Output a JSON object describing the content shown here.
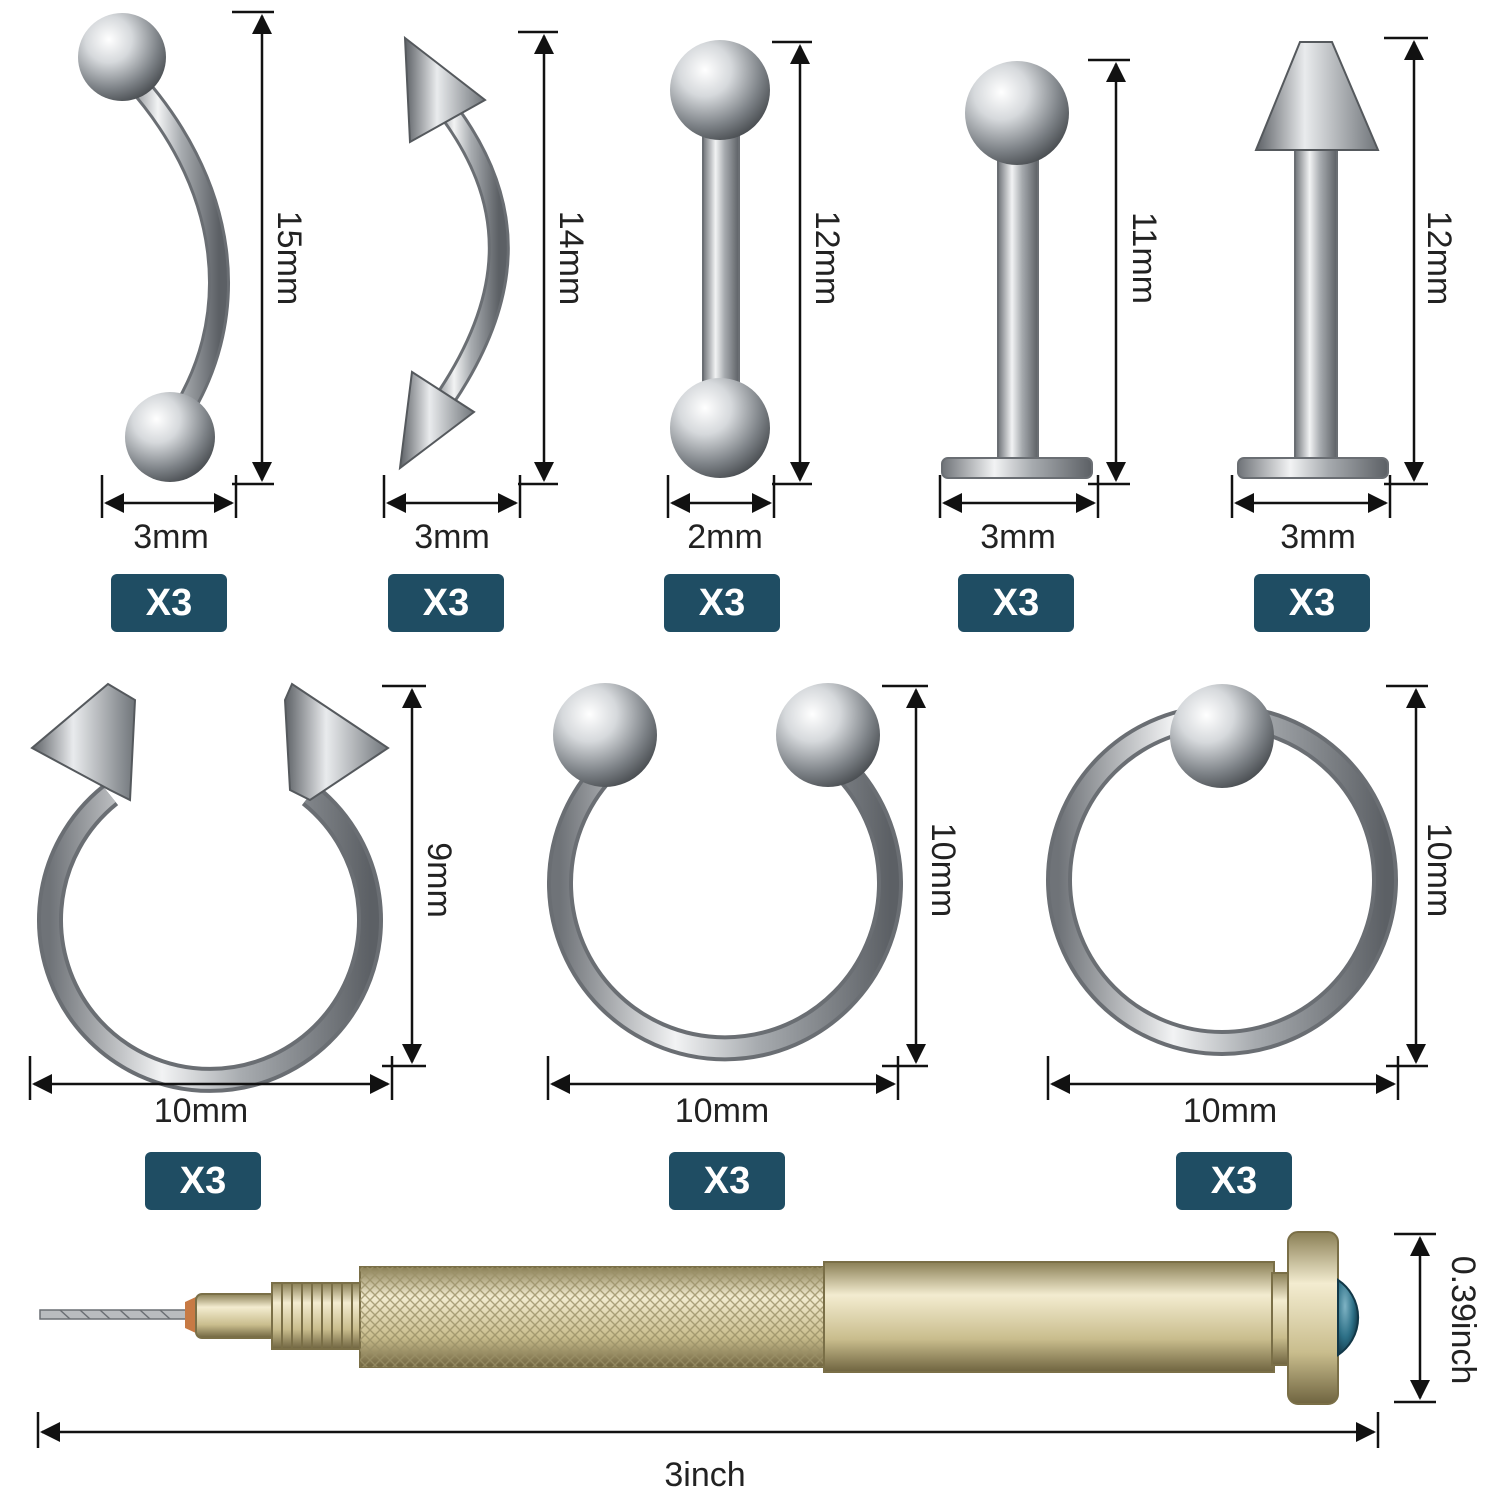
{
  "colors": {
    "badge_background": "#1f4d63",
    "badge_text": "#ffffff",
    "steel": "#b8bcc0",
    "gold": "#d9cfa6",
    "cap_stone": "#2c6f86"
  },
  "top_row": [
    {
      "item": "curved-barbell-ball",
      "height": "15mm",
      "width": "3mm",
      "quantity": "X3"
    },
    {
      "item": "curved-barbell-spike",
      "height": "14mm",
      "width": "3mm",
      "quantity": "X3"
    },
    {
      "item": "straight-barbell-ball",
      "height": "12mm",
      "width": "2mm",
      "quantity": "X3"
    },
    {
      "item": "labret-ball",
      "height": "11mm",
      "width": "3mm",
      "quantity": "X3"
    },
    {
      "item": "labret-spike",
      "height": "12mm",
      "width": "3mm",
      "quantity": "X3"
    }
  ],
  "middle_row": [
    {
      "item": "horseshoe-spike",
      "height": "9mm",
      "width": "10mm",
      "quantity": "X3"
    },
    {
      "item": "horseshoe-ball",
      "height": "10mm",
      "width": "10mm",
      "quantity": "X3"
    },
    {
      "item": "captive-bead-ring",
      "height": "10mm",
      "width": "10mm",
      "quantity": "X3"
    }
  ],
  "tool": {
    "item": "hand-drill",
    "length": "3inch",
    "diameter": "0.39inch"
  }
}
